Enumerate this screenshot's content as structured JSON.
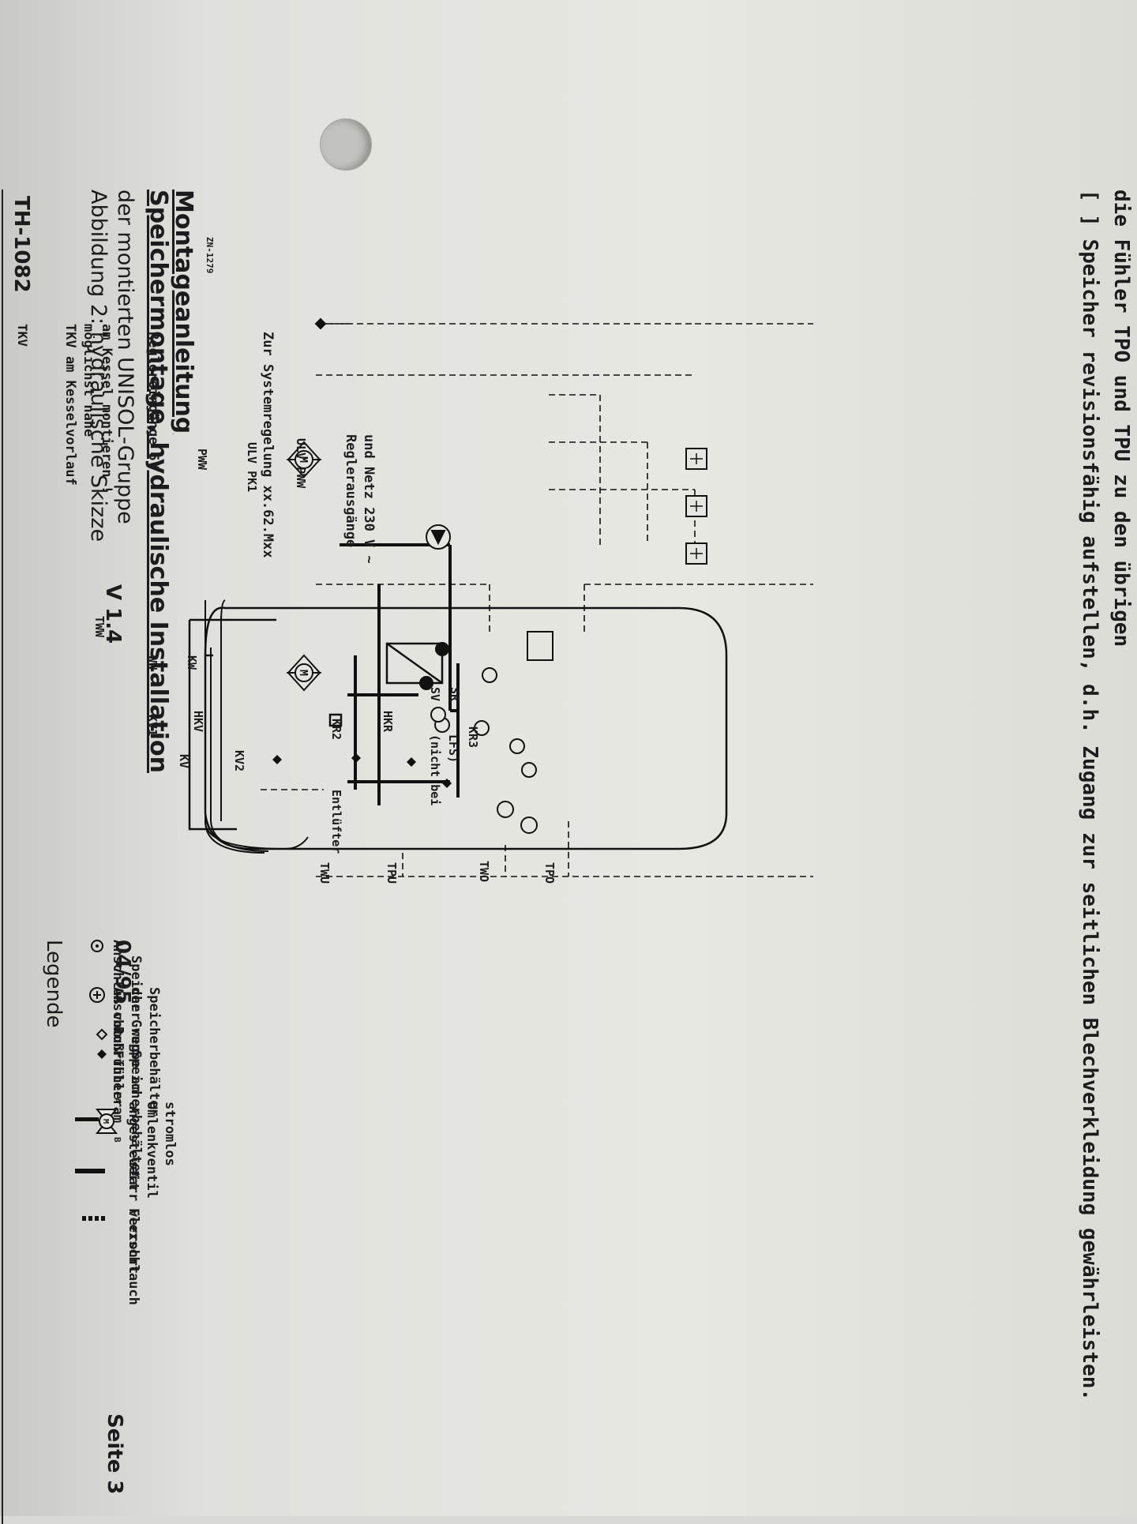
{
  "header": {
    "doc_id": "TH-1082",
    "version": "V 1.4",
    "date": "04/95",
    "page": "Seite 3"
  },
  "title": {
    "line1": "Montageanleitung",
    "line2": "Speichermontage, hydraulische Installation"
  },
  "figure": {
    "caption_line1": "Abbildung 2: hydraulische Skizze",
    "caption_line2": "der montierten UNISOL-Gruppe",
    "ref": "ZN-1279"
  },
  "diagram": {
    "tkv": "TKV",
    "tkv_note": [
      "TKV am Kesselvorlauf",
      "möglichst nahe",
      "am Kessel montieren !"
    ],
    "regler_in": "Reglereingänge 5V",
    "pww": "PWW",
    "ulv_pk1": "ULV PK1",
    "ulv_pww": "ULV PWW",
    "regler_out": [
      "Reglerausgänge",
      "und Netz 230 V ~"
    ],
    "system": "Zur Systemregelung xx.62.Mxx",
    "tww": "TWW",
    "ww": "WW",
    "kv1": "KV1",
    "kw": "KW",
    "hkv": "HKV",
    "kv": "KV",
    "kv2": "KV2",
    "kr2": "KR2",
    "hkr": "HKR",
    "sv": "SV",
    "sr": "SR",
    "nicht_bei": "(nicht bei",
    "lfs": "LFS)",
    "kr3": "KR3",
    "entlufter": "Entlüfter",
    "two": "TWO",
    "tpo": "TPO",
    "tpu": "TPU",
    "twu": "TWU"
  },
  "legend": {
    "title": "Legende",
    "items": [
      [
        "Anschluß vom",
        "Speicher weg"
      ],
      [
        "Anschluß",
        "der Gruppe am",
        "Speicherbehälter"
      ],
      [
        "Rohrfühler"
      ],
      [
        "Fühler am",
        "Speicherbehälter"
      ],
      [
        "angesteuert",
        "Umlenkventil",
        "stromlos"
      ],
      [
        "starr verrohrt"
      ],
      [
        "Flexschlauch"
      ]
    ],
    "valve_a": "A",
    "valve_b": "B",
    "valve_m": "M"
  },
  "body": {
    "line1": "[ ] Speicher revisionsfähig aufstellen, d.h. Zugang zur seitlichen Blechverkleidung gewährleisten.",
    "line2": "    die Fühler TPO und TPU zu den übrigen"
  }
}
